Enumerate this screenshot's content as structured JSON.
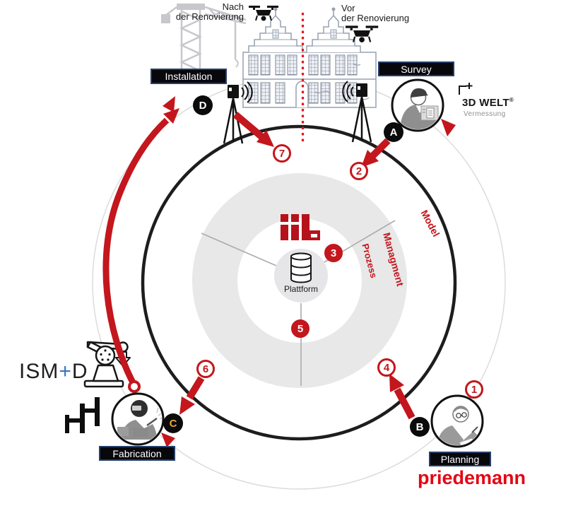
{
  "colors": {
    "arrow_red": "#c4161d",
    "logo_red": "#b5121b",
    "priedemann_red": "#e30613",
    "ring_black": "#1d1d1d",
    "donut_gray": "#e8e8e8",
    "label_box_border": "#24406b",
    "letter_c": "#e8a33d",
    "ism_plus_blue": "#3a72c8"
  },
  "scene": {
    "after_renovation_line1": "Nach",
    "after_renovation_line2": "der Renovierung",
    "before_renovation_line1": "Vor",
    "before_renovation_line2": "der Renovierung"
  },
  "stations": {
    "installation": {
      "label": "Installation",
      "letter": "D"
    },
    "survey": {
      "label": "Survey",
      "letter": "A"
    },
    "planning": {
      "label": "Planning",
      "letter": "B"
    },
    "fabrication": {
      "label": "Fabrication",
      "letter": "C"
    }
  },
  "steps": {
    "n1": "1",
    "n2": "2",
    "n3": "3",
    "n4": "4",
    "n5": "5",
    "n6": "6",
    "n7": "7"
  },
  "center": {
    "logo_text": "iiL",
    "platform_label": "Plattform"
  },
  "ring_labels": {
    "model": "Model",
    "management": "Managment",
    "process": "Prozess"
  },
  "partners": {
    "survey_company": {
      "name": "3D WELT",
      "mark": "®",
      "subtitle": "Vermessung"
    },
    "planning_company": "priedemann",
    "fabrication_company": {
      "part1": "ISM",
      "plus": "+",
      "part2": "D"
    }
  }
}
